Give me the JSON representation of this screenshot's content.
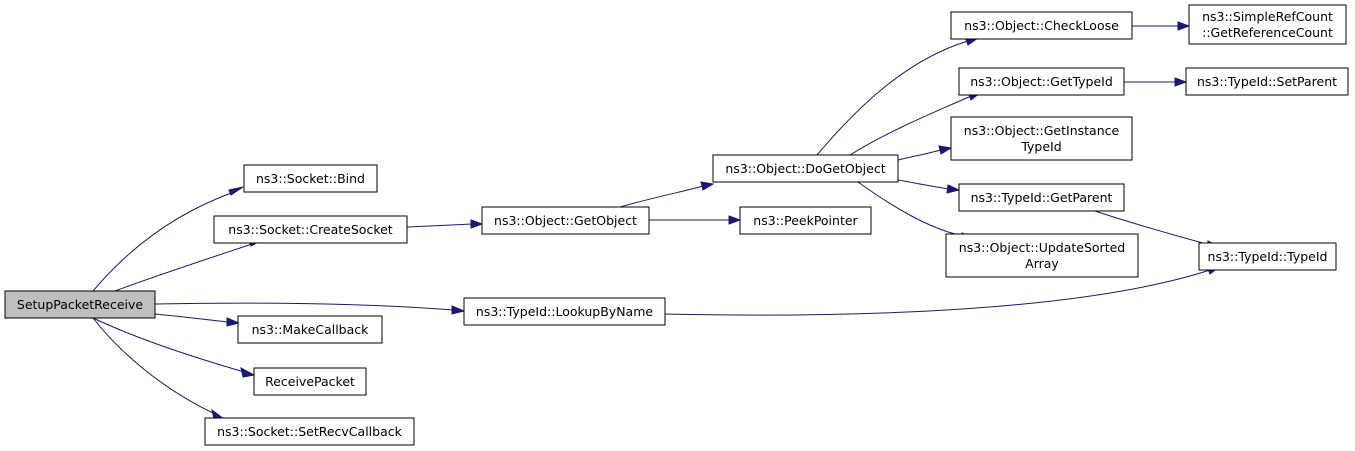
{
  "diagram": {
    "nodes": {
      "setup_packet_receive": [
        "SetupPacketReceive"
      ],
      "socket_bind": [
        "ns3::Socket::Bind"
      ],
      "socket_create": [
        "ns3::Socket::CreateSocket"
      ],
      "make_callback": [
        "ns3::MakeCallback"
      ],
      "receive_packet": [
        "ReceivePacket"
      ],
      "socket_set_recv_callback": [
        "ns3::Socket::SetRecvCallback"
      ],
      "object_get_object": [
        "ns3::Object::GetObject"
      ],
      "typeid_lookup_by_name": [
        "ns3::TypeId::LookupByName"
      ],
      "object_do_get_object": [
        "ns3::Object::DoGetObject"
      ],
      "peek_pointer": [
        "ns3::PeekPointer"
      ],
      "object_check_loose": [
        "ns3::Object::CheckLoose"
      ],
      "object_get_type_id": [
        "ns3::Object::GetTypeId"
      ],
      "object_get_instance_type_id": [
        "ns3::Object::GetInstance",
        "TypeId"
      ],
      "typeid_get_parent": [
        "ns3::TypeId::GetParent"
      ],
      "object_update_sorted_array": [
        "ns3::Object::UpdateSorted",
        "Array"
      ],
      "simple_ref_count_get_reference_count": [
        "ns3::SimpleRefCount",
        "::GetReferenceCount"
      ],
      "typeid_set_parent": [
        "ns3::TypeId::SetParent"
      ],
      "typeid_typeid": [
        "ns3::TypeId::TypeId"
      ]
    },
    "edges": [
      [
        "setup_packet_receive",
        "socket_bind"
      ],
      [
        "setup_packet_receive",
        "socket_create"
      ],
      [
        "setup_packet_receive",
        "typeid_lookup_by_name"
      ],
      [
        "setup_packet_receive",
        "make_callback"
      ],
      [
        "setup_packet_receive",
        "receive_packet"
      ],
      [
        "setup_packet_receive",
        "socket_set_recv_callback"
      ],
      [
        "socket_create",
        "object_get_object"
      ],
      [
        "object_get_object",
        "object_do_get_object"
      ],
      [
        "object_get_object",
        "peek_pointer"
      ],
      [
        "object_do_get_object",
        "object_check_loose"
      ],
      [
        "object_do_get_object",
        "object_get_type_id"
      ],
      [
        "object_do_get_object",
        "object_get_instance_type_id"
      ],
      [
        "object_do_get_object",
        "typeid_get_parent"
      ],
      [
        "object_do_get_object",
        "object_update_sorted_array"
      ],
      [
        "object_check_loose",
        "simple_ref_count_get_reference_count"
      ],
      [
        "object_get_type_id",
        "typeid_set_parent"
      ],
      [
        "typeid_get_parent",
        "typeid_typeid"
      ],
      [
        "typeid_lookup_by_name",
        "typeid_typeid"
      ]
    ],
    "colors": {
      "edge": "#191970",
      "node_border": "#000000",
      "node_fill": "#ffffff",
      "root_fill": "#bfbfbf"
    }
  }
}
